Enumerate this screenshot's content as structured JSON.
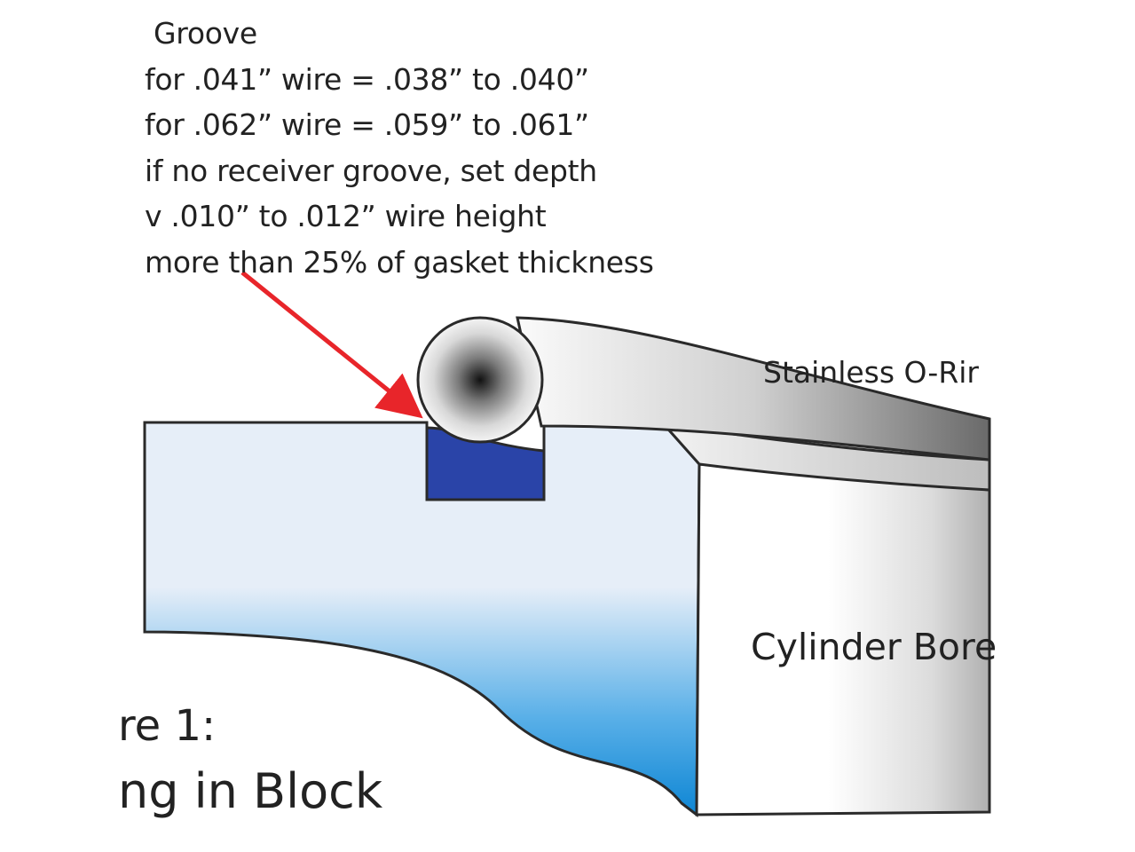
{
  "notes": {
    "line0": "Groove",
    "line1": "for .041” wire = .038” to .040”",
    "line2": "for .062” wire = .059” to .061”",
    "line3": "if no receiver groove, set depth",
    "line4": "v .010” to .012” wire height",
    "line5": " more than 25% of gasket thickness"
  },
  "labels": {
    "oring": "Stainless O-Rir",
    "bore": "Cylinder Bore",
    "figure_line1": "re 1:",
    "figure_line2": "ng in Block"
  },
  "colors": {
    "block_fill": "#e6eef8",
    "coolant_deep": "#0e86d4",
    "groove_fill": "#2a44a8",
    "arrow": "#e8252a",
    "outline": "#2a2a2a"
  }
}
